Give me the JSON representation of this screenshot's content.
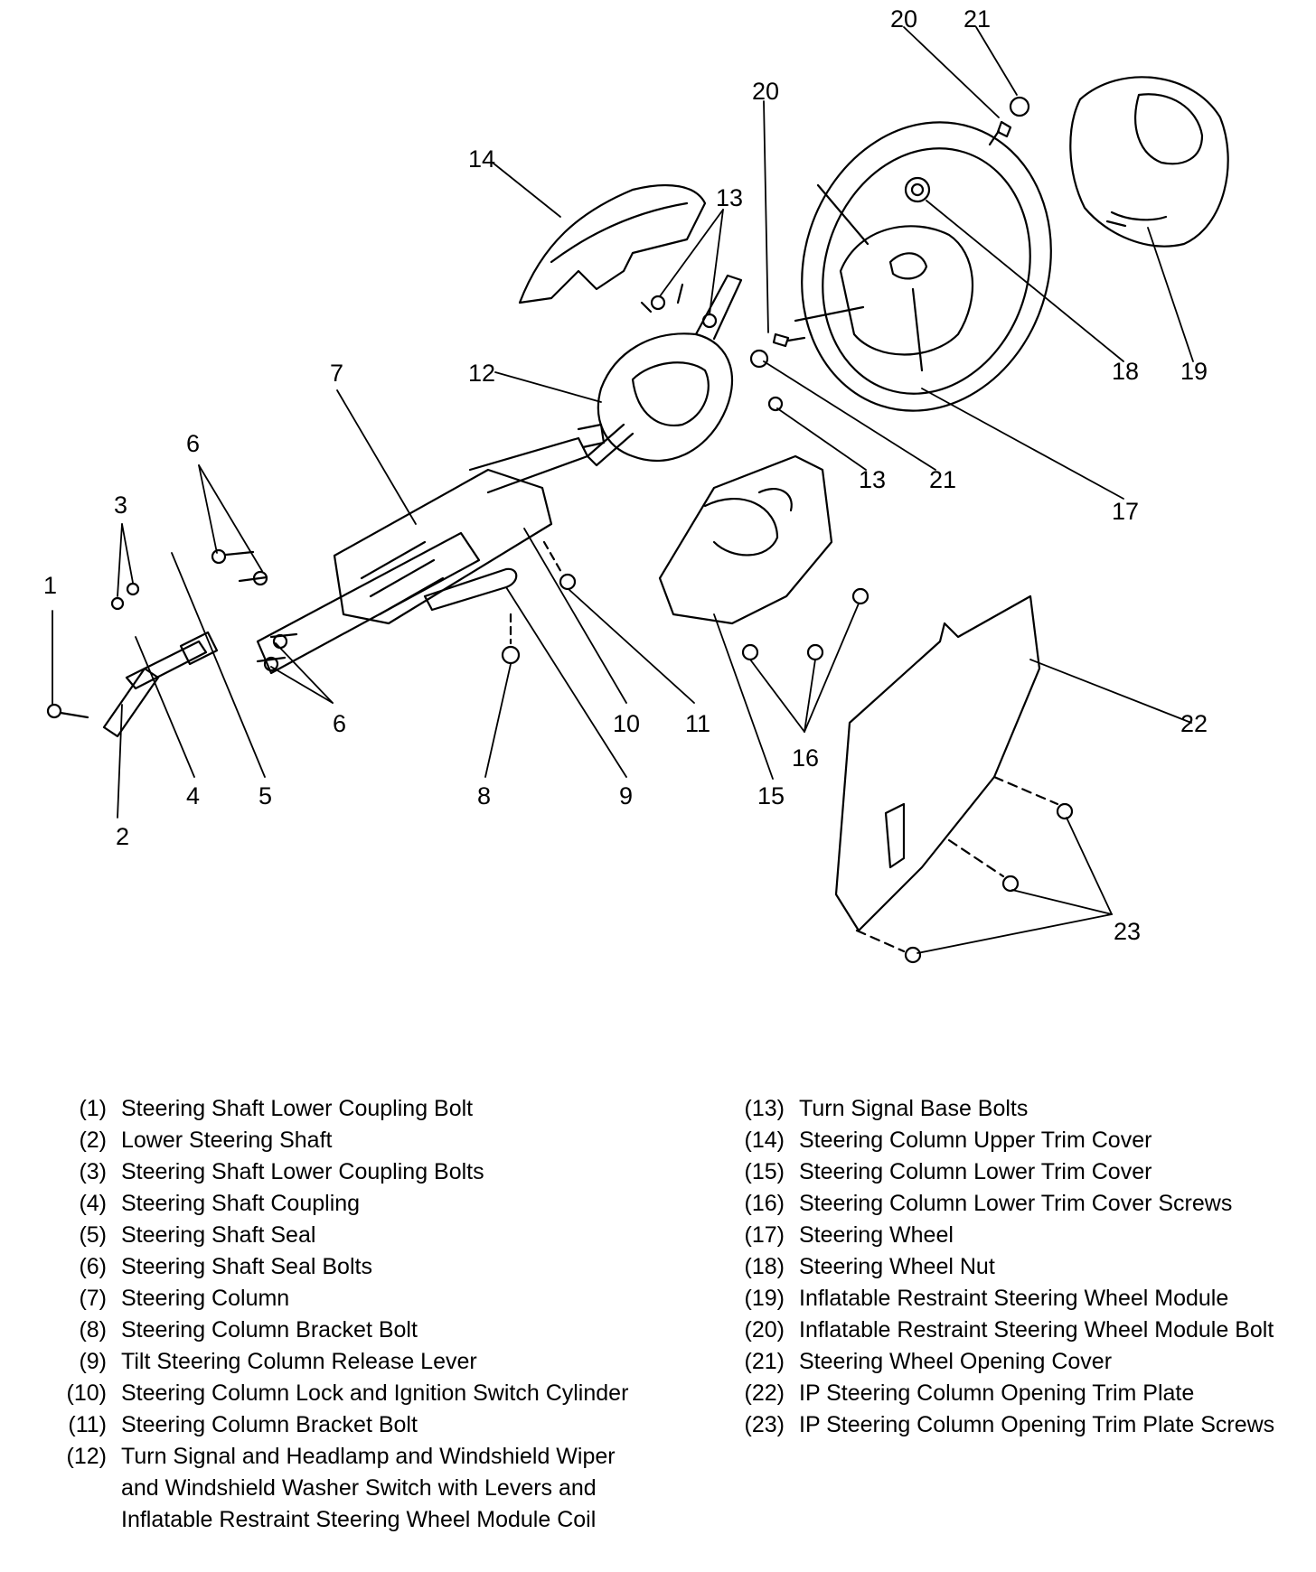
{
  "callouts": [
    "1",
    "2",
    "3",
    "4",
    "5",
    "6",
    "6",
    "7",
    "8",
    "9",
    "10",
    "11",
    "12",
    "13",
    "13",
    "14",
    "15",
    "16",
    "17",
    "18",
    "19",
    "20",
    "20",
    "21",
    "21",
    "22",
    "23"
  ],
  "legend_left": [
    {
      "num": "(1)",
      "text": "Steering Shaft Lower Coupling Bolt"
    },
    {
      "num": "(2)",
      "text": "Lower Steering Shaft"
    },
    {
      "num": "(3)",
      "text": "Steering Shaft Lower Coupling Bolts"
    },
    {
      "num": "(4)",
      "text": "Steering Shaft Coupling"
    },
    {
      "num": "(5)",
      "text": "Steering Shaft Seal"
    },
    {
      "num": "(6)",
      "text": "Steering Shaft Seal Bolts"
    },
    {
      "num": "(7)",
      "text": "Steering Column"
    },
    {
      "num": "(8)",
      "text": "Steering Column Bracket Bolt"
    },
    {
      "num": "(9)",
      "text": "Tilt Steering Column Release Lever"
    },
    {
      "num": "(10)",
      "text": "Steering Column Lock and Ignition Switch Cylinder"
    },
    {
      "num": "(11)",
      "text": "Steering Column Bracket Bolt"
    },
    {
      "num": "(12)",
      "text": "Turn Signal and Headlamp and Windshield Wiper and Windshield Washer Switch with Levers and Inflatable Restraint Steering Wheel Module Coil"
    }
  ],
  "legend_right": [
    {
      "num": "(13)",
      "text": "Turn Signal Base Bolts"
    },
    {
      "num": "(14)",
      "text": "Steering Column Upper Trim Cover"
    },
    {
      "num": "(15)",
      "text": "Steering Column Lower Trim Cover"
    },
    {
      "num": "(16)",
      "text": "Steering Column Lower Trim Cover Screws"
    },
    {
      "num": "(17)",
      "text": "Steering Wheel"
    },
    {
      "num": "(18)",
      "text": "Steering Wheel Nut"
    },
    {
      "num": "(19)",
      "text": "Inflatable Restraint Steering Wheel Module"
    },
    {
      "num": "(20)",
      "text": "Inflatable Restraint Steering Wheel Module Bolt"
    },
    {
      "num": "(21)",
      "text": "Steering Wheel Opening Cover"
    },
    {
      "num": "(22)",
      "text": "IP Steering Column Opening Trim Plate"
    },
    {
      "num": "(23)",
      "text": "IP Steering Column Opening Trim Plate Screws"
    }
  ]
}
